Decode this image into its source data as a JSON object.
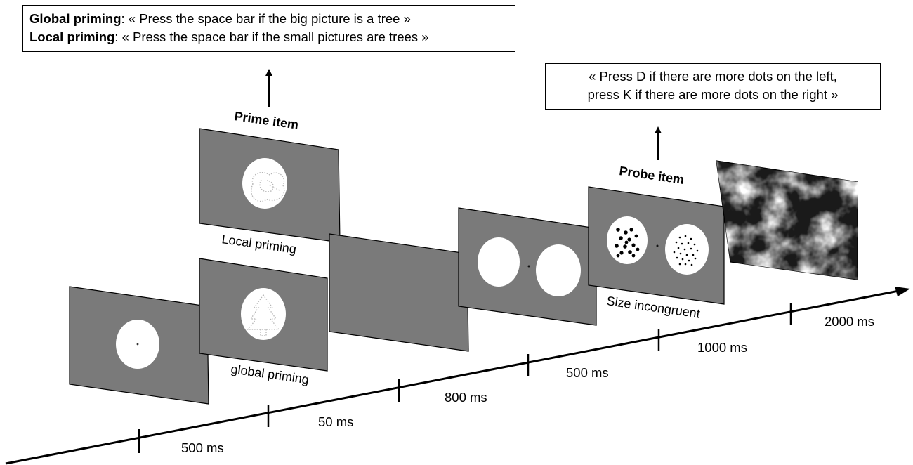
{
  "instructions": {
    "prime": {
      "global_label": "Global priming",
      "global_text": ": « Press the space bar if the big picture is a tree »",
      "local_label": "Local priming",
      "local_text": ": « Press the space bar if the small pictures are trees »"
    },
    "probe": {
      "line1": "« Press D if there are more dots on the left,",
      "line2": "press K if there are more dots on the right »"
    }
  },
  "item_labels": {
    "prime": "Prime item",
    "probe": "Probe item"
  },
  "screen_labels": {
    "local_priming": "Local priming",
    "global_priming": "global priming",
    "size_incongruent": "Size incongruent"
  },
  "timeline": {
    "durations": [
      "500 ms",
      "50 ms",
      "800 ms",
      "500 ms",
      "1000 ms",
      "2000 ms"
    ]
  },
  "colors": {
    "screen_gray": "#7a7a7a",
    "outline": "#000000",
    "circle": "#ffffff",
    "noise_dark": "#1a1a1a",
    "noise_light": "#d8d8d8"
  }
}
